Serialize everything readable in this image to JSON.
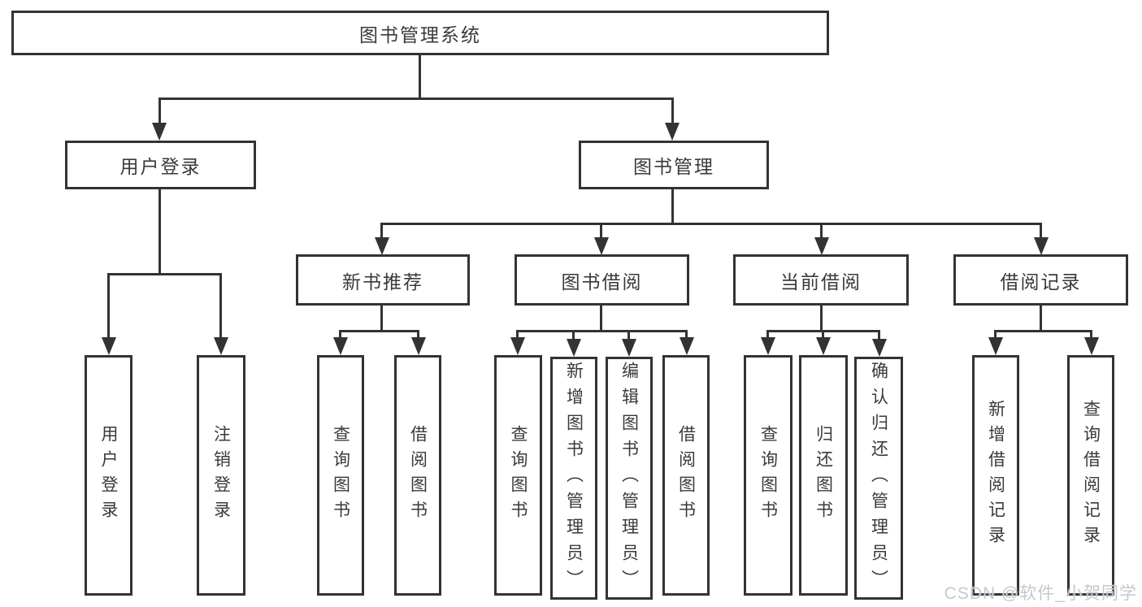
{
  "watermark": "CSDN @软件_小贺同学",
  "colors": {
    "line": "#333333",
    "text": "#3a3a3a",
    "box_background": "#ffffff",
    "watermark": "#c4c8cf"
  },
  "nodes": {
    "root": "图书管理系统",
    "user_login": "用户登录",
    "book_management": "图书管理",
    "new_book_recommend": "新书推荐",
    "book_borrowing": "图书借阅",
    "current_borrowing": "当前借阅",
    "borrowing_records": "借阅记录",
    "leaf_user_login": "用户登录",
    "leaf_logout": "注销登录",
    "leaf_query_book_recommend": "查询图书",
    "leaf_borrow_book_recommend": "借阅图书",
    "leaf_query_book_borrowing": "查询图书",
    "leaf_add_book_admin": "新增图书（管理员）",
    "leaf_edit_book_admin": "编辑图书（管理员）",
    "leaf_borrow_book_borrowing": "借阅图书",
    "leaf_query_book_current": "查询图书",
    "leaf_return_book": "归还图书",
    "leaf_confirm_return_admin": "确认归还（管理员）",
    "leaf_add_borrow_record": "新增借阅记录",
    "leaf_query_borrow_record": "查询借阅记录"
  },
  "hierarchy": {
    "图书管理系统": {
      "用户登录": [
        "用户登录",
        "注销登录"
      ],
      "图书管理": {
        "新书推荐": [
          "查询图书",
          "借阅图书"
        ],
        "图书借阅": [
          "查询图书",
          "新增图书（管理员）",
          "编辑图书（管理员）",
          "借阅图书"
        ],
        "当前借阅": [
          "查询图书",
          "归还图书",
          "确认归还（管理员）"
        ],
        "借阅记录": [
          "新增借阅记录",
          "查询借阅记录"
        ]
      }
    }
  }
}
